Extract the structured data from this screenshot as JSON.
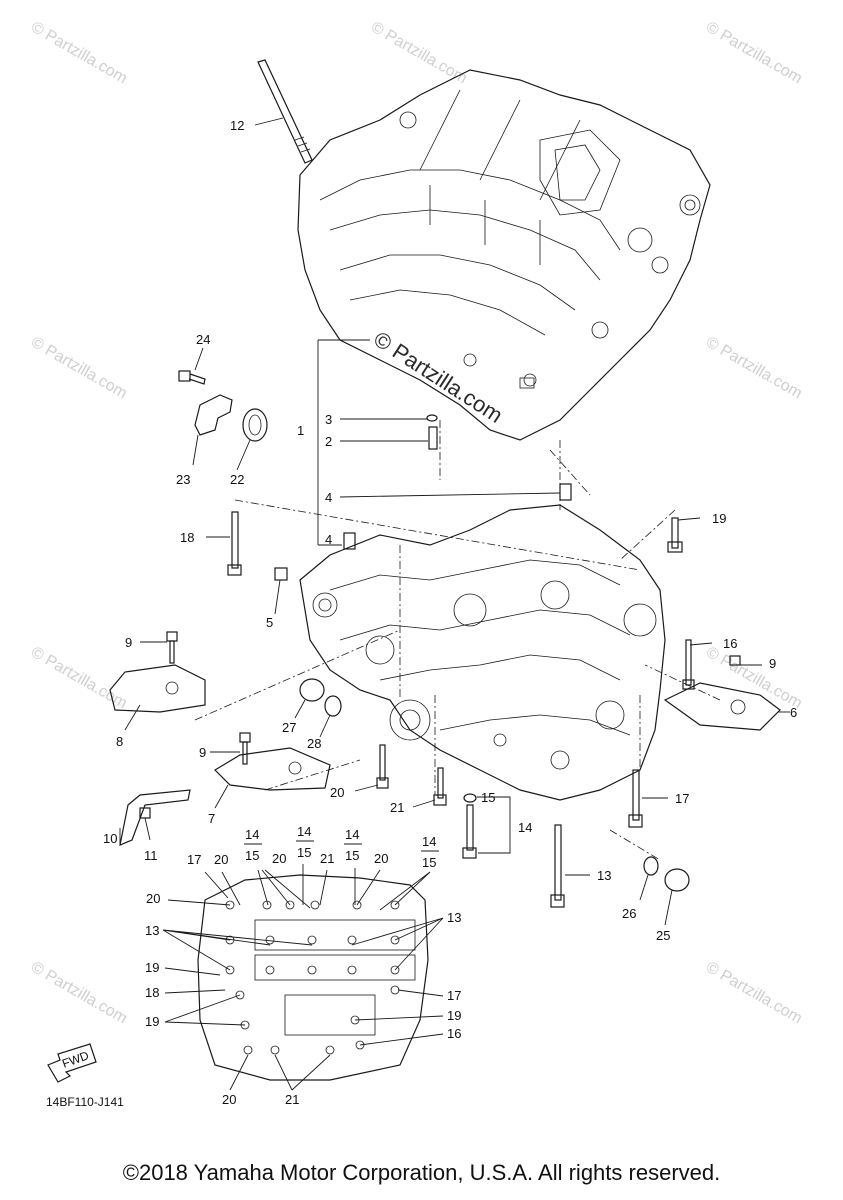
{
  "watermark": {
    "text": "© Partzilla.com",
    "center_text": "© Partzilla.com"
  },
  "diagram_code": "14BF110-J141",
  "fwd_label": "FWD",
  "copyright": "©2018 Yamaha Motor Corporation, U.S.A. All rights reserved.",
  "callouts": {
    "c12": "12",
    "c24": "24",
    "c23": "23",
    "c22": "22",
    "c3": "3",
    "c2": "2",
    "c1": "1",
    "c4a": "4",
    "c4b": "4",
    "c18": "18",
    "c19": "19",
    "c5": "5",
    "c9a": "9",
    "c9b": "9",
    "c9c": "9",
    "c8": "8",
    "c7": "7",
    "c10": "10",
    "c11": "11",
    "c27": "27",
    "c28": "28",
    "c16": "16",
    "c6": "6",
    "c20": "20",
    "c21": "21",
    "c15": "15",
    "c14": "14",
    "c17": "17",
    "c13": "13",
    "c26": "26",
    "c25": "25"
  },
  "detail_callouts": {
    "t14a": "14",
    "t15a": "15",
    "t14b": "14",
    "t15b": "15",
    "t14c": "14",
    "t15c": "15",
    "t14d": "14",
    "t15d": "15",
    "t17": "17",
    "t20a": "20",
    "t20b": "20",
    "t21a": "21",
    "t20c": "20",
    "l20": "20",
    "l13": "13",
    "l19": "19",
    "l18": "18",
    "l19b": "19",
    "r13": "13",
    "r17": "17",
    "r19": "19",
    "r16": "16",
    "b20": "20",
    "b21": "21"
  }
}
